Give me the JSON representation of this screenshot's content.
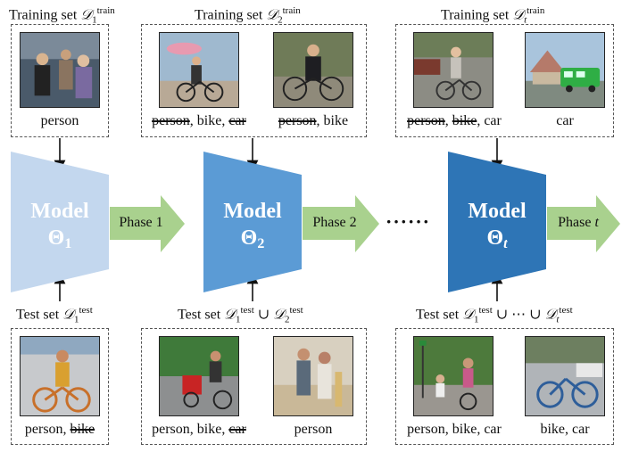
{
  "training": [
    {
      "prefix": "Training set ",
      "D": "𝒟",
      "sub": "1",
      "sup": "train",
      "images": [
        {
          "caption": [
            {
              "t": "person",
              "s": false
            }
          ]
        }
      ]
    },
    {
      "prefix": "Training set ",
      "D": "𝒟",
      "sub": "2",
      "sup": "train",
      "images": [
        {
          "caption": [
            {
              "t": "person",
              "s": true
            },
            {
              "t": ", bike, ",
              "s": false
            },
            {
              "t": "car",
              "s": true
            }
          ]
        },
        {
          "caption": [
            {
              "t": "person",
              "s": true
            },
            {
              "t": ", bike",
              "s": false
            }
          ]
        }
      ]
    },
    {
      "prefix": "Training set ",
      "D": "𝒟",
      "sub": "t",
      "sup": "train",
      "images": [
        {
          "caption": [
            {
              "t": "person",
              "s": true
            },
            {
              "t": ", ",
              "s": false
            },
            {
              "t": "bike",
              "s": true
            },
            {
              "t": ", car",
              "s": false
            }
          ]
        },
        {
          "caption": [
            {
              "t": "car",
              "s": false
            }
          ]
        }
      ]
    }
  ],
  "testing": [
    {
      "prefix": "Test set ",
      "parts": "𝒟|1|test",
      "images": [
        {
          "caption": [
            {
              "t": "person, ",
              "s": false
            },
            {
              "t": "bike",
              "s": true
            }
          ]
        }
      ]
    },
    {
      "prefix": "Test set  ",
      "union": " ∪ ",
      "images": [
        {
          "caption": [
            {
              "t": "person, bike, ",
              "s": false
            },
            {
              "t": "car",
              "s": true
            }
          ]
        },
        {
          "caption": [
            {
              "t": "person",
              "s": false
            }
          ]
        }
      ]
    },
    {
      "prefix": "Test set  ",
      "union": " ∪ ⋯ ∪ ",
      "images": [
        {
          "caption": [
            {
              "t": "person, bike, car",
              "s": false
            }
          ]
        },
        {
          "caption": [
            {
              "t": "bike, car",
              "s": false
            }
          ]
        }
      ]
    }
  ],
  "models": [
    {
      "name": "Model",
      "theta": "Θ",
      "sub": "1",
      "color": "#c3d7ee"
    },
    {
      "name": "Model",
      "theta": "Θ",
      "sub": "2",
      "color": "#5b9bd5"
    },
    {
      "name": "Model",
      "theta": "Θ",
      "sub": "t",
      "color": "#2e75b6"
    }
  ],
  "phases": [
    {
      "label": "Phase 1"
    },
    {
      "label": "Phase 2"
    },
    {
      "label": "Phase ",
      "var": "t"
    }
  ],
  "ellipsis": "······",
  "colors": {
    "phase_arrow": "#a9d18e",
    "arrow": "#111111"
  }
}
